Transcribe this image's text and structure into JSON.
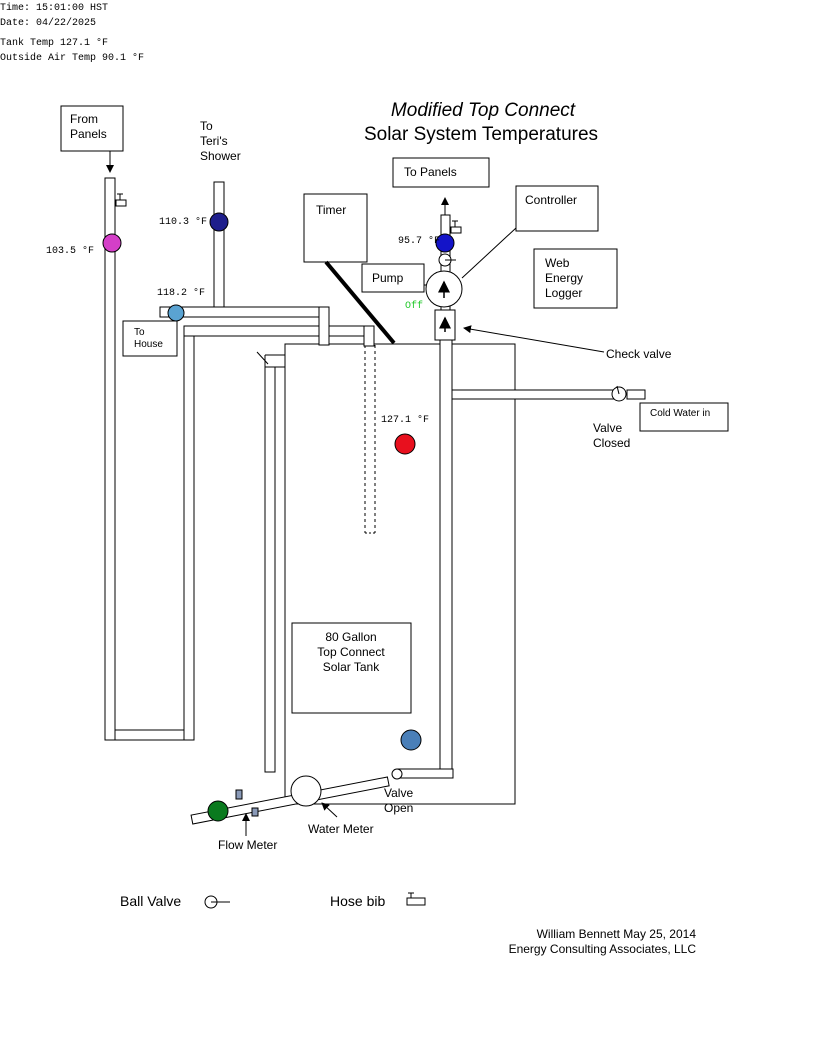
{
  "readings": {
    "time": "Time: 15:01:00 HST",
    "date": "Date: 04/22/2025",
    "tank_temp": "Tank Temp 127.1 °F",
    "outside_temp": "Outside Air Temp  90.1 °F"
  },
  "title": {
    "line1": "Modified Top Connect",
    "line2": "Solar System Temperatures"
  },
  "labels": {
    "from_panels_1": "From",
    "from_panels_2": "Panels",
    "to_shower_1": "To",
    "to_shower_2": "Teri's",
    "to_shower_3": "Shower",
    "timer": "Timer",
    "to_panels": "To Panels",
    "controller": "Controller",
    "pump": "Pump",
    "pump_status": "Off",
    "web_logger_1": "Web",
    "web_logger_2": "Energy",
    "web_logger_3": "Logger",
    "to_house_1": "To",
    "to_house_2": "House",
    "check_valve": "Check valve",
    "cold_water_in": "Cold Water in",
    "valve_closed_1": "Valve",
    "valve_closed_2": "Closed",
    "tank_1": "80 Gallon",
    "tank_2": "Top Connect",
    "tank_3": "Solar Tank",
    "valve_open_1": "Valve",
    "valve_open_2": "Open",
    "water_meter": "Water Meter",
    "flow_meter": "Flow Meter",
    "legend_ball_valve": "Ball Valve",
    "legend_hose_bib": "Hose bib",
    "credit_1": "William Bennett  May 25, 2014",
    "credit_2": "Energy Consulting Associates, LLC"
  },
  "sensors": {
    "from_panels": "103.5 °F",
    "shower": "110.3 °F",
    "to_panels": "95.7 °F",
    "to_house": "118.2 °F",
    "tank": "127.1 °F"
  },
  "colors": {
    "from_panels": "#d43fc8",
    "shower": "#1e1e8c",
    "to_panels": "#1414c8",
    "to_house": "#5aa3d2",
    "tank": "#e8101e",
    "tank_bottom": "#4a7fb8",
    "flow_meter": "#0a7a1e",
    "pump_status": "#22c82a"
  }
}
